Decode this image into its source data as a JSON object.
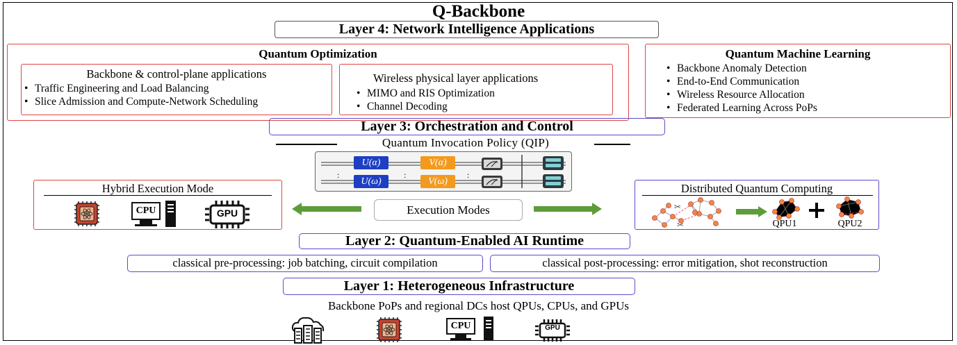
{
  "title": "Q-Backbone",
  "layer4": {
    "label": "Layer 4:  Network Intelligence Applications",
    "quantum_optimization": {
      "title": "Quantum  Optimization",
      "backbone": {
        "title": "Backbone & control-plane applications",
        "items": [
          "Traffic Engineering and Load Balancing",
          "Slice Admission and Compute-Network Scheduling"
        ]
      },
      "wireless": {
        "title": "Wireless physical layer applications",
        "items": [
          "MIMO and RIS Optimization",
          "Channel Decoding"
        ]
      }
    },
    "qml": {
      "title": "Quantum Machine Learning",
      "items": [
        "Backbone Anomaly Detection",
        "End-to-End Communication",
        "Wireless Resource Allocation",
        "Federated  Learning  Across PoPs"
      ]
    }
  },
  "layer3": {
    "label": "Layer 3:  Orchestration  and  Control",
    "qip_label": "Quantum  Invocation  Policy  (QIP)",
    "circuit": {
      "gate_u_top": "U(α)",
      "gate_u_bottom": "U(ω)",
      "gate_v_top": "V(α)",
      "gate_v_bottom": "V(ω)"
    },
    "hybrid": {
      "title": "Hybrid Execution  Mode",
      "cpu_label": "CPU",
      "gpu_label": "GPU"
    },
    "execution_modes": "Execution Modes",
    "distributed": {
      "title": "Distributed Quantum Computing",
      "qpu1": "QPU1",
      "qpu2": "QPU2"
    }
  },
  "layer2": {
    "label": "Layer 2:  Quantum-Enabled AI Runtime",
    "pre": "classical pre-processing: job batching, circuit compilation",
    "post": "classical post-processing: error mitigation, shot reconstruction"
  },
  "layer1": {
    "label": "Layer 1:  Heterogeneous Infrastructure",
    "desc": "Backbone PoPs and regional DCs host QPUs, CPUs, and GPUs",
    "cpu_label": "CPU",
    "gpu_label": "GPU"
  },
  "colors": {
    "red_border": "#e04444",
    "blue_border": "#5b4bc9",
    "gate_blue": "#1d3fc4",
    "gate_orange": "#f39a1e",
    "arrow_green": "#5e9c3a",
    "chip_red": "#c8412f"
  }
}
